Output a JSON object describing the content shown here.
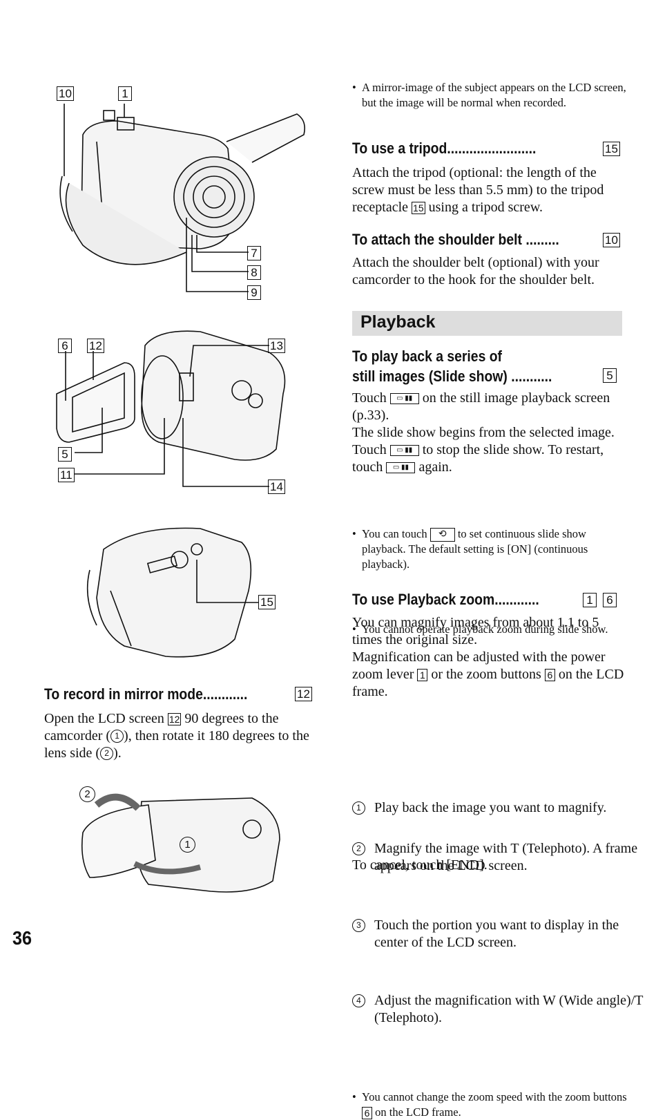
{
  "callouts": {
    "fig1": [
      "10",
      "1",
      "7",
      "8",
      "9"
    ],
    "fig2": [
      "6",
      "12",
      "13",
      "5",
      "11",
      "14"
    ],
    "fig3": [
      "15"
    ],
    "fig4": [
      "2",
      "1"
    ]
  },
  "left": {
    "mirror": {
      "heading": "To record in mirror mode",
      "dots": "............",
      "ref": "12",
      "p1": "Open the LCD screen",
      "p1_ref": "12",
      "p1_b": "90 degrees to the camcorder (",
      "c1": "1",
      "p1_c": "), then rotate it 180 degrees to the lens side (",
      "c2": "2",
      "p1_d": ")."
    }
  },
  "right": {
    "bullet_mirror": "A mirror-image of the subject appears on the LCD screen, but the image will be normal when recorded.",
    "tripod": {
      "heading": "To use a tripod",
      "dots": "........................",
      "ref": "15",
      "p_a": "Attach the tripod (optional: the length of the screw must be less than 5.5 mm) to the tripod receptacle",
      "p_ref": "15",
      "p_b": "using a tripod screw."
    },
    "belt": {
      "heading": "To attach the shoulder belt",
      "dots": ".........",
      "ref": "10",
      "p": "Attach the shoulder belt (optional) with your camcorder to the hook for the shoulder belt."
    },
    "playback": "Playback",
    "slide": {
      "heading1": "To play back a series of",
      "heading2": "still images (Slide show)",
      "dots": "...........",
      "ref": "5",
      "t1a": "Touch",
      "t1b": "on the still image playback screen (p.33).",
      "t2": "The slide show begins from the selected image.",
      "t3a": "Touch",
      "t3b": "to stop the slide show. To restart, touch",
      "t3c": "again.",
      "n1a": "You can touch",
      "n1b": "to set continuous slide show playback. The default setting is [ON] (continuous playback).",
      "n2": "You cannot operate playback zoom during slide show."
    },
    "zoom": {
      "heading": "To use Playback zoom",
      "dots": "............",
      "ref1": "1",
      "ref2": "6",
      "p1": "You can magnify images from about 1.1 to 5 times the original size.",
      "p2a": "Magnification can be adjusted with the power zoom lever",
      "p2_ref1": "1",
      "p2b": "or the zoom buttons",
      "p2_ref2": "6",
      "p2c": "on the LCD frame.",
      "steps": [
        {
          "n": "1",
          "text": "Play back the image you want to magnify."
        },
        {
          "n": "2",
          "text": "Magnify the image with T (Telephoto). A frame appears on the LCD screen."
        },
        {
          "n": "3",
          "text": "Touch the portion you want to display in the center of the LCD screen."
        },
        {
          "n": "4",
          "text": "Adjust the magnification with W (Wide angle)/T (Telephoto)."
        }
      ],
      "cancel": "To cancel, touch [END].",
      "note_a": "You cannot change the zoom speed with the zoom buttons",
      "note_ref": "6",
      "note_b": "on the LCD frame."
    }
  },
  "page_number": "36"
}
